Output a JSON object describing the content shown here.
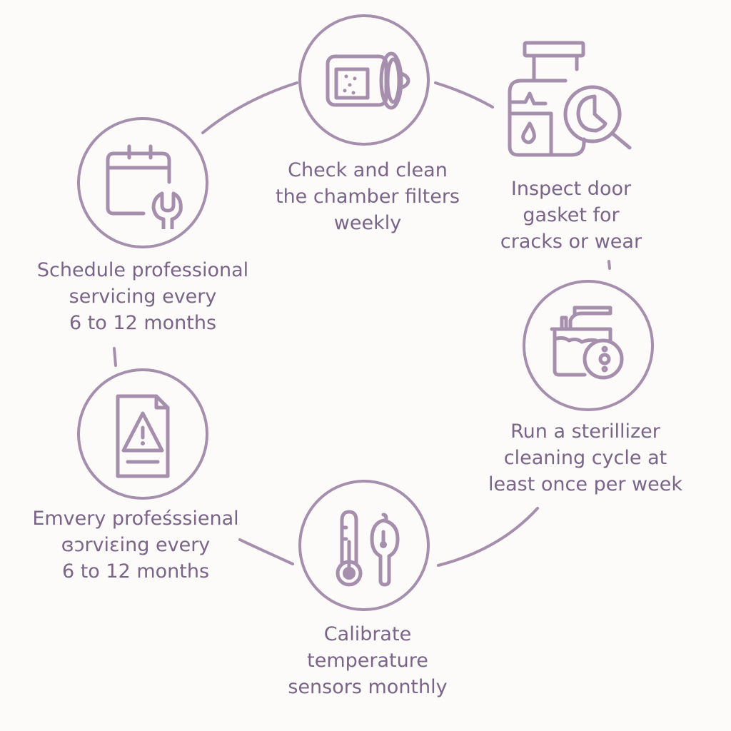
{
  "diagram": {
    "type": "cycle",
    "theme_color": "#a68ead",
    "text_color": "#7a6488",
    "background": "#fcfbf9",
    "steps": [
      {
        "id": "filters",
        "icon": "filter-canister-icon",
        "label": "Check and clean\nthe chamber filters\nweekly"
      },
      {
        "id": "gasket",
        "icon": "jar-magnifier-inspect-icon",
        "label": "Inspect door\ngasket for\ncracks or wear"
      },
      {
        "id": "cleaning-cycle",
        "icon": "sterilizer-pot-icon",
        "label": "Run a sterillizer\ncleaning cycle at\nleast once per week"
      },
      {
        "id": "calibrate",
        "icon": "thermometer-gauge-icon",
        "label": "Calibrate\ntemperature\nsensors monthly"
      },
      {
        "id": "document-warning",
        "icon": "document-warning-icon",
        "label": "Emvery profeśssienal\nɞɔrviɛing every\n6 to 12 months"
      },
      {
        "id": "schedule",
        "icon": "calendar-wrench-icon",
        "label": "Schedule professional\nservicing every\n6 to 12 months"
      }
    ]
  }
}
